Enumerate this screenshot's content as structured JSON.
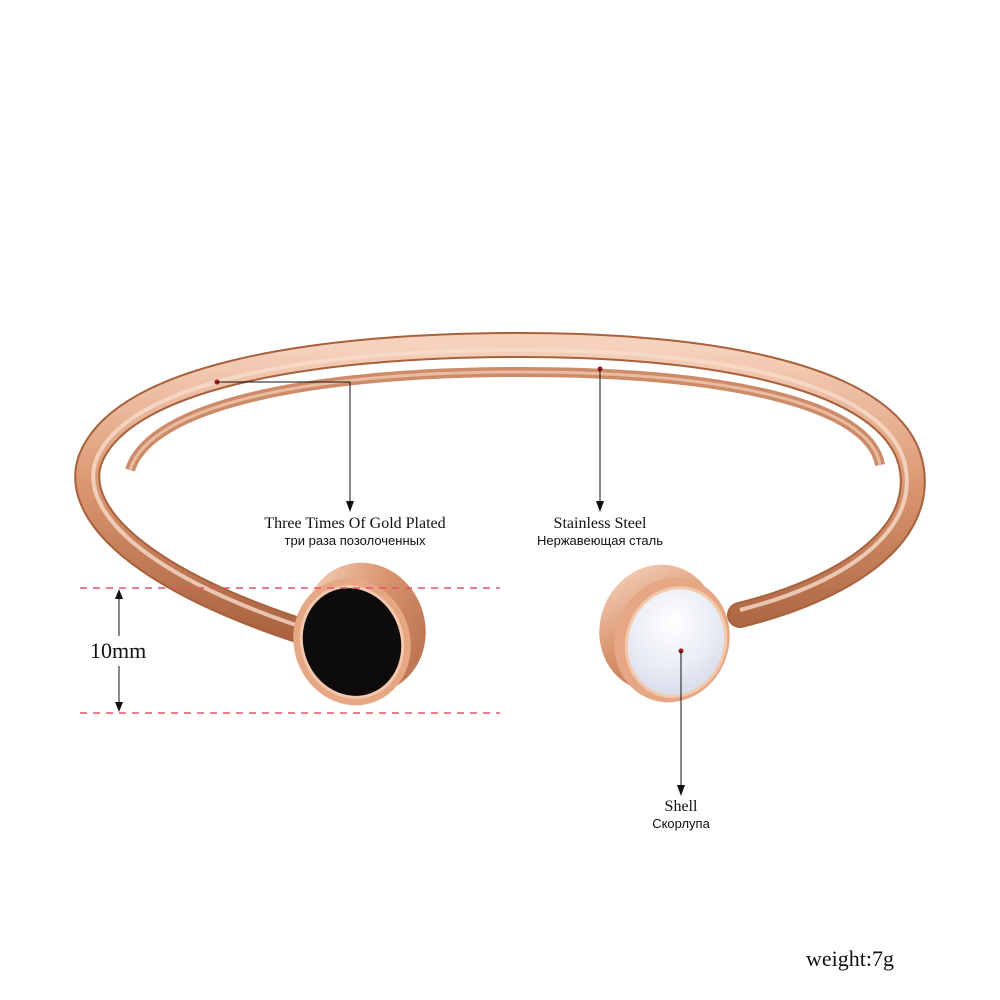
{
  "product": {
    "type": "open cuff bangle bracelet",
    "finish_color": "#d9946e",
    "highlight_color": "#f6d2bd",
    "shadow_color": "#a8603d"
  },
  "callouts": [
    {
      "id": "plating",
      "en": "Three Times Of Gold Plated",
      "ru": "три раза позолоченных"
    },
    {
      "id": "material",
      "en": "Stainless Steel",
      "ru": "Нержавеющая сталь"
    },
    {
      "id": "inlay",
      "en": "Shell",
      "ru": "Скорлупа"
    }
  ],
  "dimension": {
    "label": "10mm",
    "guide_color": "#e0576a"
  },
  "end_caps": {
    "left_inlay": "black onyx",
    "left_color": "#0e0b0d",
    "right_inlay": "shell",
    "right_color": "#eef0f7"
  },
  "marker_color": "#9b1b1b",
  "weight": "weight:7g"
}
